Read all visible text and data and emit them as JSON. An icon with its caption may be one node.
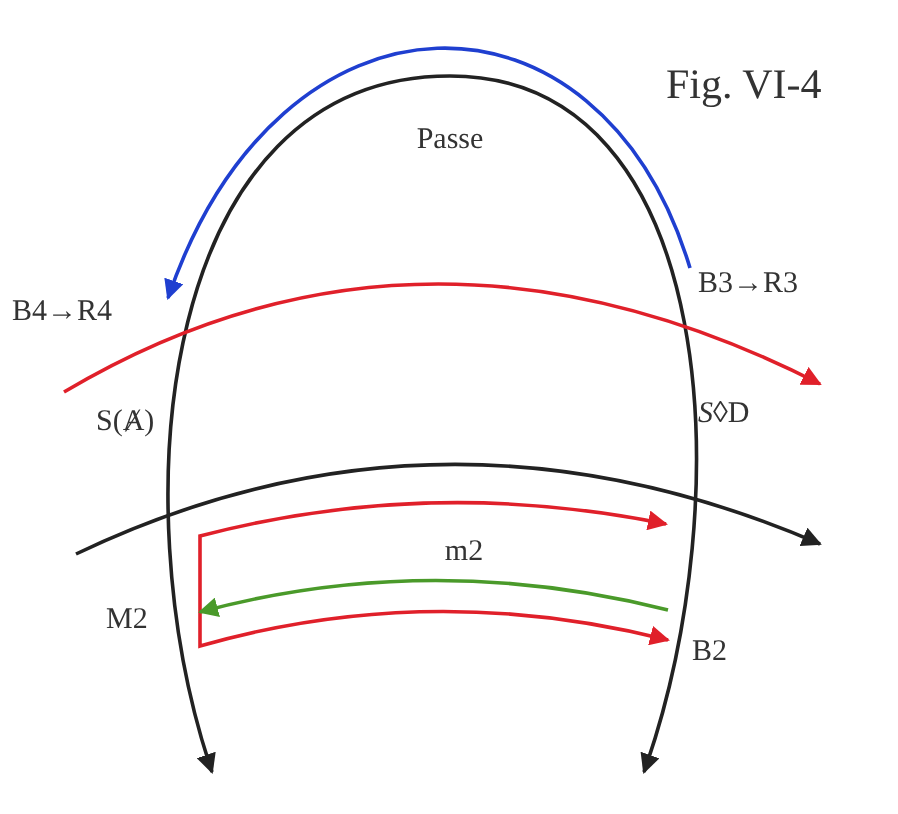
{
  "diagram": {
    "title": "Fig. VI-4",
    "nodes": [
      {
        "text": [
          "B4→R4"
        ]
      },
      {
        "text": [
          "B3→R3"
        ]
      },
      {
        "text": [
          "S(Ⱥ)"
        ]
      },
      {
        "text": [
          "*S*◊D"
        ]
      },
      {
        "text": [
          "M2"
        ]
      },
      {
        "text": [
          "B2"
        ]
      }
    ],
    "edges": [
      {
        "from": 1,
        "to": 0,
        "arrow": "to",
        "color": "#1f3fd0"
      },
      {
        "from": 2,
        "to": 3,
        "arrow": "to"
      },
      {
        "from": 4,
        "to": null,
        "arrow": "to"
      },
      {
        "from": 4,
        "to": 5,
        "arrow": "to"
      },
      {
        "from": 5,
        "to": 4,
        "arrow": "to",
        "color": "#4a9a2a"
      }
    ],
    "labels": [
      "Passe",
      "m2"
    ]
  }
}
